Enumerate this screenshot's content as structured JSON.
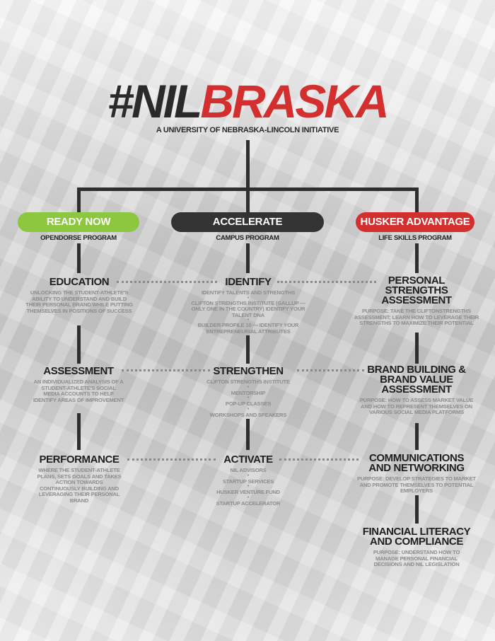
{
  "header": {
    "title_part1": "#NIL",
    "title_part2": "BRASKA",
    "subtitle": "A UNIVERSITY OF NEBRASKA-LINCOLN INITIATIVE"
  },
  "colors": {
    "green": "#8dc63f",
    "dark": "#333333",
    "red": "#d32f2f",
    "title_dark": "#2a2a2a",
    "description_gray": "#8d8d8d"
  },
  "columns": [
    {
      "pill": "READY NOW",
      "program": "OPENDORSE PROGRAM",
      "nodes": [
        {
          "title": "EDUCATION",
          "text": "UNLOCKING THE STUDENT-ATHLETE'S ABILITY TO UNDERSTAND AND BUILD THEIR PERSONAL BRAND WHILE PUTTING THEMSELVES IN POSITIONS OF SUCCESS"
        },
        {
          "title": "ASSESSMENT",
          "text": "AN INDIVIDUALIZED ANALYSIS OF A STUDENT-ATHLETE'S SOCIAL MEDIA ACCOUNTS TO HELP IDENTIFY AREAS OF IMPROVEMENT"
        },
        {
          "title": "PERFORMANCE",
          "text": "WHERE THE STUDENT-ATHLETE PLANS, SETS GOALS AND TAKES ACTION TOWARDS CONTINUOUSLY BUILDING AND LEVERAGING THEIR PERSONAL BRAND"
        }
      ]
    },
    {
      "pill": "ACCELERATE",
      "program": "CAMPUS PROGRAM",
      "nodes": [
        {
          "title": "IDENTIFY",
          "items": [
            "IDENTIFY TALENTS AND STRENGTHS",
            "CLIFTON STRENGTHS INSTITUTE (GALLUP — ONLY ONE IN THE COUNTRY) IDENTIFY YOUR TALENT DNA",
            "BUILDER PROFILE 10 — IDENTIFY YOUR ENTREPRENEURIAL ATTRIBUTES"
          ]
        },
        {
          "title": "STRENGTHEN",
          "items": [
            "CLIFTON STRENGTHS INSTITUTE",
            "MENTORSHIP",
            "POP-UP CLASSES",
            "WORKSHOPS AND SPEAKERS"
          ]
        },
        {
          "title": "ACTIVATE",
          "items": [
            "NIL ADVISORS",
            "STARTUP SERVICES",
            "HUSKER VENTURE FUND",
            "STARTUP ACCELERATOR"
          ]
        }
      ]
    },
    {
      "pill": "HUSKER ADVANTAGE",
      "program": "LIFE SKILLS PROGRAM",
      "nodes": [
        {
          "title": "PERSONAL STRENGTHS ASSESSMENT",
          "text": "PURPOSE: TAKE THE CLIFTONSTRENGTHS ASSESSMENT; LEARN HOW TO LEVERAGE THEIR STRENGTHS TO MAXIMIZE THEIR POTENTIAL"
        },
        {
          "title": "BRAND BUILDING & BRAND VALUE ASSESSMENT",
          "text": "PURPOSE: HOW TO ASSESS MARKET VALUE AND HOW TO REPRESENT THEMSELVES ON VARIOUS SOCIAL MEDIA PLATFORMS"
        },
        {
          "title": "COMMUNICATIONS AND NETWORKING",
          "text": "PURPOSE: DEVELOP STRATEGIES TO MARKET AND PROMOTE THEMSELVES TO POTENTIAL EMPLOYERS"
        },
        {
          "title": "FINANCIAL LITERACY AND COMPLIANCE",
          "text": "PURPOSE: UNDERSTAND HOW TO MANAGE PERSONAL FINANCIAL DECISIONS AND NIL LEGISLATION"
        }
      ]
    }
  ],
  "separator": "•"
}
